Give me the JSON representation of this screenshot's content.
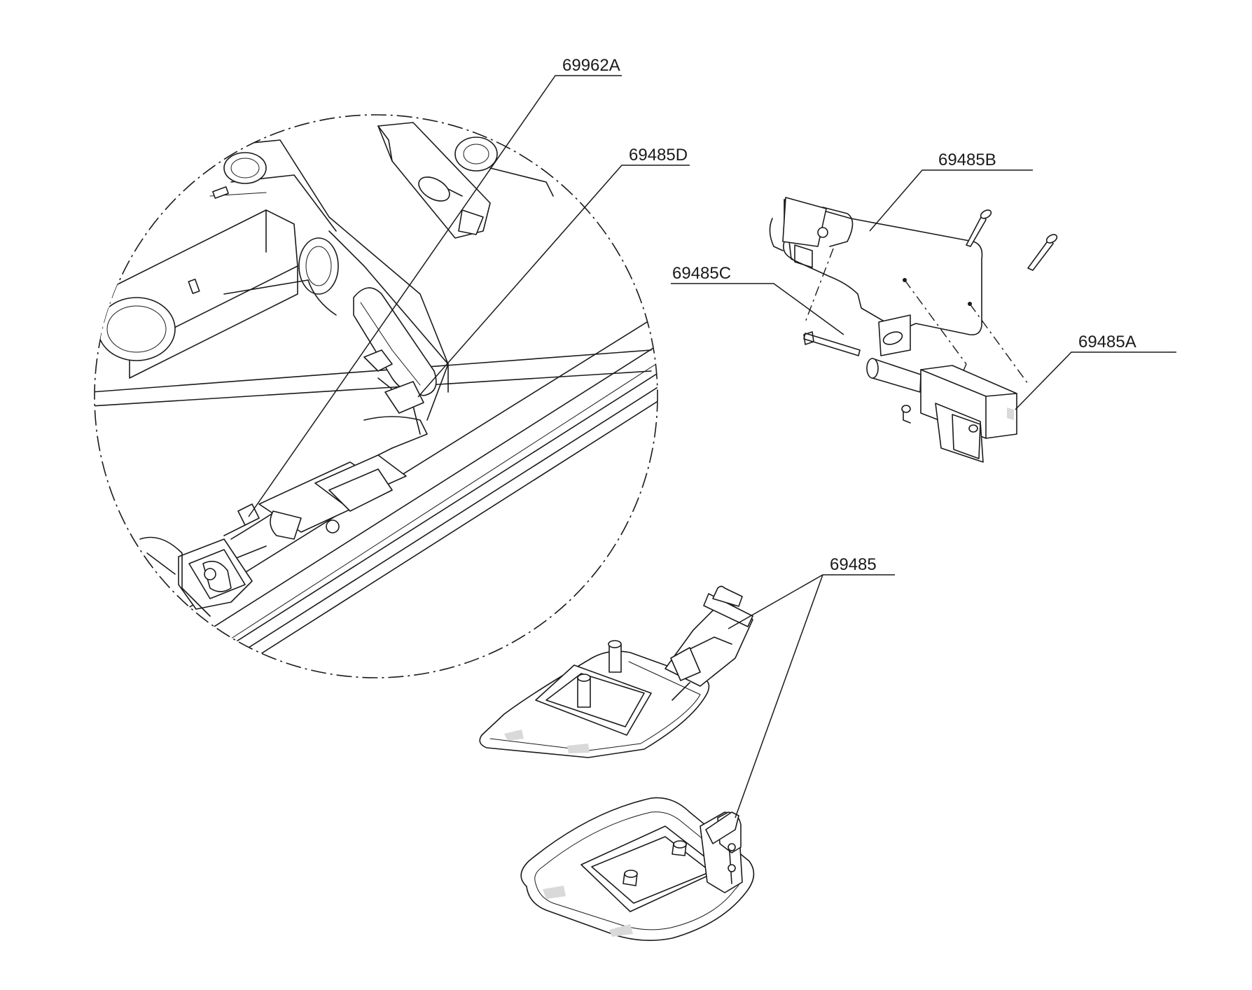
{
  "callouts": {
    "c1": {
      "label": "69962A"
    },
    "c2": {
      "label": "69485D"
    },
    "c3": {
      "label": "69485B"
    },
    "c4": {
      "label": "69485C"
    },
    "c5": {
      "label": "69485A"
    },
    "c6": {
      "label": "69485"
    }
  }
}
